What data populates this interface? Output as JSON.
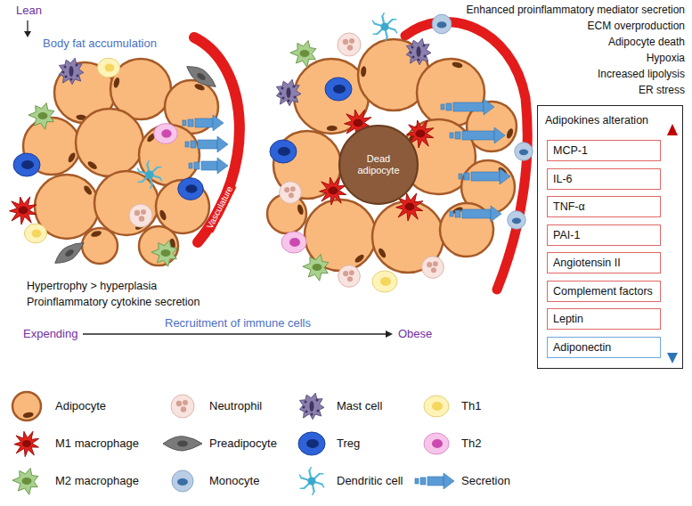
{
  "diagram": {
    "nodes": [
      {
        "text": [
          "Dead adipocyte"
        ]
      },
      {
        "text": [
          "Adipokines alteration"
        ]
      },
      {
        "text": [
          "MCP-1"
        ],
        "in": 1
      },
      {
        "text": [
          "IL-6"
        ],
        "in": 1
      },
      {
        "text": [
          "TNF-α"
        ],
        "in": 1
      },
      {
        "text": [
          "PAI-1"
        ],
        "in": 1
      },
      {
        "text": [
          "Angiotensin II"
        ],
        "in": 1
      },
      {
        "text": [
          "Complement factors"
        ],
        "in": 1
      },
      {
        "text": [
          "Leptin"
        ],
        "in": 1
      },
      {
        "text": [
          "Adiponectin"
        ],
        "in": 1
      }
    ],
    "labels": [
      "Lean",
      "Body fat accumulation",
      "Vasculature",
      "Hypertrophy > hyperplasia",
      "Proinflammatory cytokine secretion",
      "Expending",
      "Recruitment of immune cells",
      "Obese",
      "Enhanced proinflammatory mediator secretion",
      "ECM overproduction",
      "Adipocyte death",
      "Hypoxia",
      "Increased lipolysis",
      "ER stress"
    ],
    "legend": [
      {
        "text": "Adipocyte"
      },
      {
        "text": "Neutrophil"
      },
      {
        "text": "Mast cell"
      },
      {
        "text": "Th1"
      },
      {
        "text": "M1 macrophage"
      },
      {
        "text": "Preadipocyte"
      },
      {
        "text": "Treg"
      },
      {
        "text": "Th2"
      },
      {
        "text": "M2 macrophage"
      },
      {
        "text": "Monocyte"
      },
      {
        "text": "Dendritic cell"
      },
      {
        "text": "Secretion"
      }
    ]
  }
}
